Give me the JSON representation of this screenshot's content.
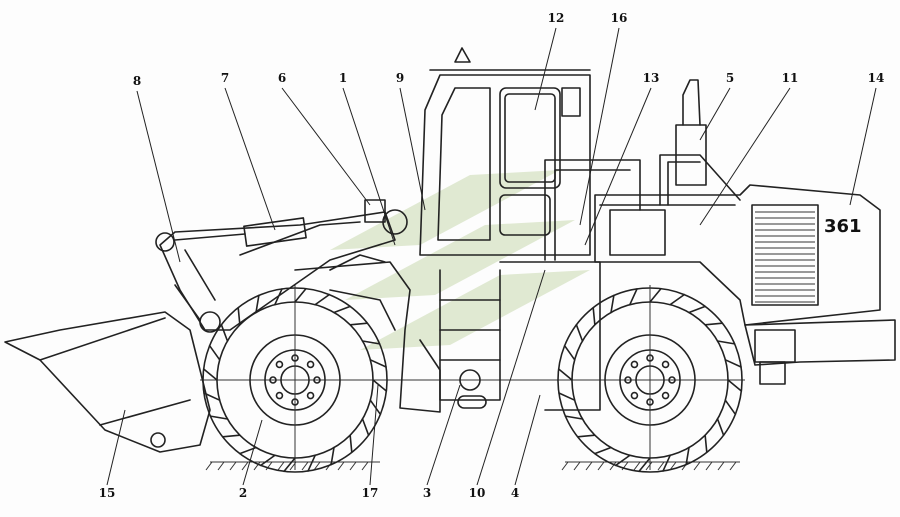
{
  "diagram": {
    "model_label": "361",
    "callouts": [
      {
        "id": "c1",
        "label": "1"
      },
      {
        "id": "c2",
        "label": "2"
      },
      {
        "id": "c3",
        "label": "3"
      },
      {
        "id": "c4",
        "label": "4"
      },
      {
        "id": "c5",
        "label": "5"
      },
      {
        "id": "c6",
        "label": "6"
      },
      {
        "id": "c7",
        "label": "7"
      },
      {
        "id": "c8",
        "label": "8"
      },
      {
        "id": "c9",
        "label": "9"
      },
      {
        "id": "c10",
        "label": "10"
      },
      {
        "id": "c11",
        "label": "11"
      },
      {
        "id": "c12",
        "label": "12"
      },
      {
        "id": "c13",
        "label": "13"
      },
      {
        "id": "c14",
        "label": "14"
      },
      {
        "id": "c15",
        "label": "15"
      },
      {
        "id": "c16",
        "label": "16"
      },
      {
        "id": "c17",
        "label": "17"
      }
    ],
    "colors": {
      "line": "#222222",
      "watermark": "#c9d9b0",
      "background": "#fdfdfd"
    }
  }
}
